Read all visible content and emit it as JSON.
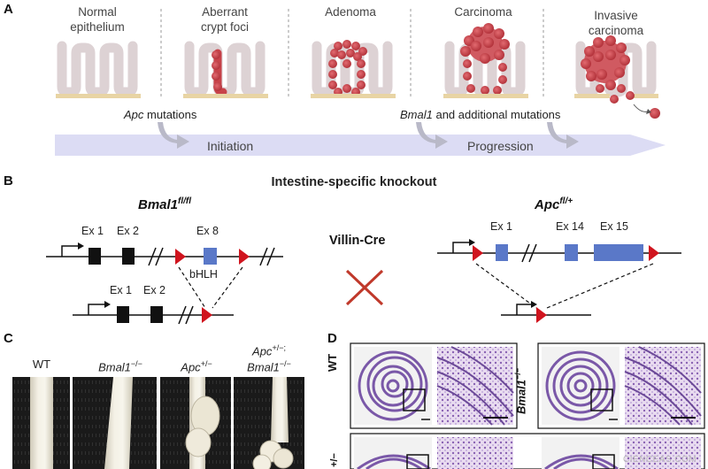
{
  "panels": {
    "a": "A",
    "b": "B",
    "c": "C",
    "d": "D"
  },
  "stages": [
    {
      "line1": "Normal",
      "line2": "epithelium"
    },
    {
      "line1": "Aberrant",
      "line2": "crypt foci"
    },
    {
      "line1": "Adenoma",
      "line2": ""
    },
    {
      "line1": "Carcinoma",
      "line2": ""
    },
    {
      "line1": "Invasive",
      "line2": "carcinoma"
    }
  ],
  "mutations": {
    "apc_gene": "Apc",
    "apc_rest": " mutations",
    "bmal_gene": "Bmal1",
    "bmal_rest": " and additional mutations"
  },
  "phases": {
    "initiation": "Initiation",
    "progression": "Progression"
  },
  "knockout": {
    "title": "Intestine-specific knockout",
    "bmal_gene": "Bmal1",
    "bmal_sup": "fl/fl",
    "apc_gene": "Apc",
    "apc_sup": "fl/+",
    "cross_label": "Villin-Cre",
    "bmal_exons": {
      "ex1": "Ex 1",
      "ex2": "Ex 2",
      "ex8": "Ex 8",
      "domain": "bHLH"
    },
    "bmal_deleted": {
      "ex1": "Ex 1",
      "ex2": "Ex 2"
    },
    "apc_exons": {
      "ex1": "Ex 1",
      "ex14": "Ex 14",
      "ex15": "Ex 15"
    }
  },
  "photos": [
    {
      "label": "WT",
      "gene": "",
      "rest": ""
    },
    {
      "label": "",
      "gene": "Bmal1",
      "rest": "−/−"
    },
    {
      "label": "",
      "gene": "Apc",
      "rest": "+/−"
    },
    {
      "label": "",
      "gene": "Apc",
      "rest": "+/−;",
      "gene2": "Bmal1",
      "rest2": "−/−"
    }
  ],
  "histology": {
    "wt": "WT",
    "bmal": "Bmal1",
    "bmal_sup": "−/−",
    "apc_partial": "+/−"
  },
  "watermark": "CIENCEAS.COM",
  "colors": {
    "exon_black": "#111111",
    "exon_blue": "#5a78c8",
    "loxp": "#d0141e",
    "cross": "#c0392b",
    "arrow_band": "#dcdcf4",
    "cell": "#c8434a"
  }
}
